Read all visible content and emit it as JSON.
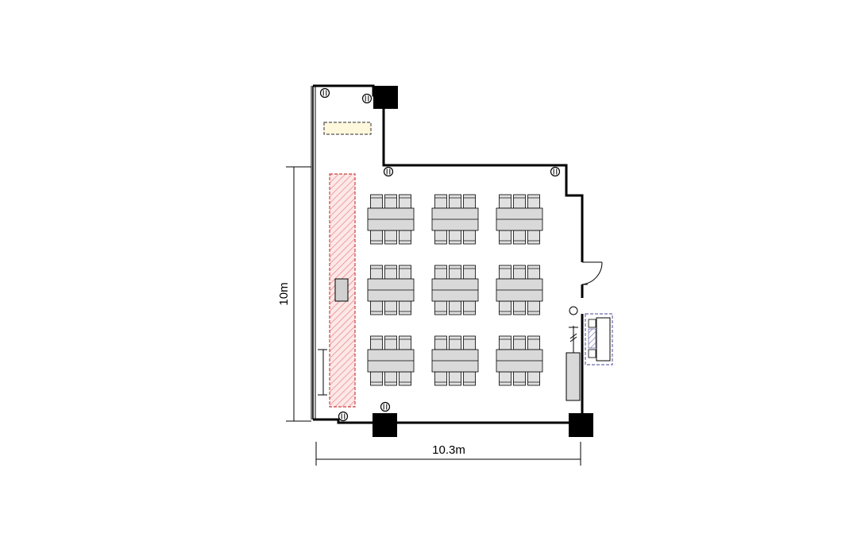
{
  "floorplan": {
    "dimensions": {
      "width_label": "10.3m",
      "height_label": "10m"
    },
    "layout": {
      "table_groups": {
        "rows": 3,
        "columns": 3,
        "chairs_per_side": 3
      }
    },
    "colors": {
      "wall": "#000000",
      "table": "#d9d9d9",
      "chair": "#e0e0e0",
      "stage_hatch": "#f08080",
      "yellow_area": "#fff8dc",
      "blue_area": "#6a6aa8"
    }
  }
}
